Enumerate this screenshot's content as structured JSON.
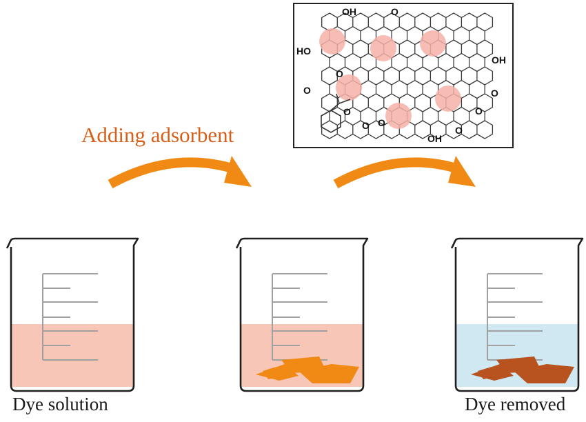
{
  "step_label": "Adding adsorbent",
  "beakers": [
    {
      "label": "Dye solution",
      "liquid_color": "#f8c6b6",
      "sediment": "none"
    },
    {
      "label": "",
      "liquid_color": "#f8c6b6",
      "sediment": "orange"
    },
    {
      "label": "Dye removed",
      "liquid_color": "#cfe8f2",
      "sediment": "brown"
    }
  ],
  "structure": {
    "atom_labels": [
      "OH",
      "O",
      "HO",
      "OH",
      "O",
      "O",
      "O",
      "O",
      "O",
      "OH",
      "O",
      "O",
      "O"
    ],
    "dye_molecule_count": 6
  },
  "colors": {
    "arrow": "#f08a14",
    "step_label": "#d4601a",
    "dye_liquid": "#f8c6b6",
    "clean_liquid": "#cfe8f2",
    "adsorbent_fresh": "#f08a14",
    "adsorbent_loaded": "#b8521e",
    "dye_molecule": "#f6b2a8"
  }
}
